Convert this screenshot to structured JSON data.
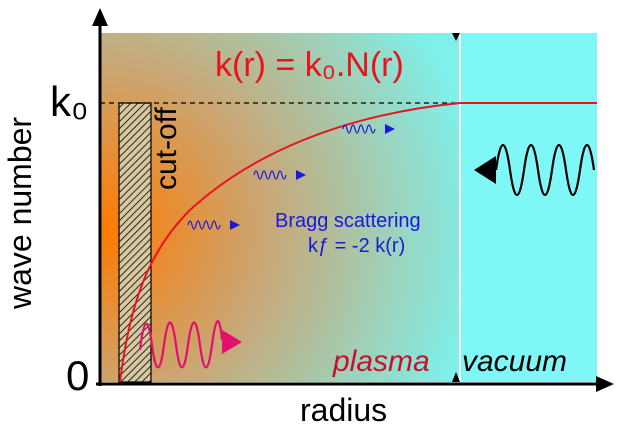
{
  "labels": {
    "formula": "k(r) = k₀.N(r)",
    "k0": "k₀",
    "zero": "0",
    "xlabel": "radius",
    "ylabel": "wave number",
    "cutoff": "cut-off",
    "bragg_title": "Bragg scattering",
    "bragg_eq": "kƒ = -2 k(r)",
    "plasma": "plasma",
    "vacuum": "vacuum"
  },
  "colors": {
    "plasma_core": "#ff7a00",
    "plasma_mid": "#c8a878",
    "plasma_edge": "#7ff0ea",
    "vacuum": "#7ff7f7",
    "curve": "#e8141c",
    "incident_wave": "#e0106e",
    "scattered_wave": "#1a1adc",
    "reflected_wave": "#000000"
  },
  "icons": {
    "incident_wave": "wave-arrow-right",
    "scattered_waves": "wave-arrow-right",
    "vacuum_wave": "wave-arrow-left"
  }
}
